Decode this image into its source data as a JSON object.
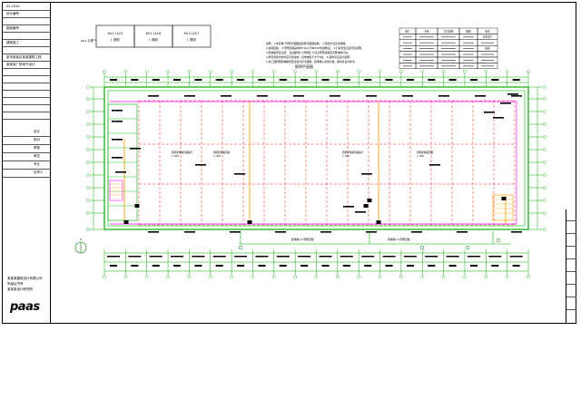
{
  "title_block": {
    "rows": [
      "AS-2044",
      "设计编号",
      "",
      "图纸编号",
      "",
      "建筑施工",
      "",
      "某市某某区某某建筑工程",
      "某某某厂房电气设计",
      "",
      "",
      "",
      "",
      "",
      "",
      ""
    ],
    "sign_rows": [
      "设计",
      "校对",
      "审核",
      "审定",
      "专业",
      "负责人"
    ],
    "company_lines": [
      "某某某建筑设计有限公司",
      "甲级证书号",
      "某某某设计研究院"
    ],
    "logo_text": "paas"
  },
  "legend_boxes": [
    {
      "line1": "WL1 L1/L5",
      "line2": "L 照明"
    },
    {
      "line1": "WL2 L2/L6",
      "line2": "L 照明"
    },
    {
      "line1": "WL3 L3/L7",
      "line2": "L 照明"
    }
  ],
  "legend_tag": "WL1 引至",
  "top_notes": [
    "说明：1.本层电气照明平面图按建筑平面图绘制。 2.配线方式见系统图。",
    "2.插座回路：  3.照明回路采用BV-3x2.5穿PC20管暗敷设。  4.灯具安装高度详见说明。",
    "3.配电箱安装高度：  底边距地1.5米明装   5.应急照明采用自带蓄电池灯具。",
    "4.所有金属管线均应可靠接地，接地电阻不大于4欧。  6.其他详见设计说明。",
    "5.本工程照明配电箱安装位置详见平面图，配电箱以出线为准。图中标注为参考。"
  ],
  "plan_title": "照明平面图",
  "table": {
    "rows": [
      [
        "编号",
        "名称",
        "型号规格",
        "数量",
        "备注"
      ],
      [
        "",
        "",
        "",
        "",
        "某某电气"
      ],
      [
        "",
        "",
        "",
        "",
        ""
      ],
      [
        "",
        "",
        "",
        "",
        "照明"
      ],
      [
        "",
        "",
        "",
        "",
        ""
      ],
      [
        "",
        "",
        "",
        "",
        ""
      ],
      [
        "",
        "",
        "",
        "",
        ""
      ]
    ]
  },
  "room_labels": [
    {
      "line1": "照明配电箱回路",
      "line2": "L 7kW"
    },
    {
      "line1": "照明配电箱回路编号",
      "line2": "L 7kW"
    },
    {
      "line1": "照明配电箱回路编号",
      "line2": "L 7kW"
    },
    {
      "line1": "照明配电箱回路",
      "line2": "L 7kW"
    }
  ],
  "bottom_notes": [
    "配电箱 L1 照明回路",
    "配电箱 L2 照明回路"
  ],
  "north_mark": "N",
  "colors": {
    "grid": "#ff0000",
    "wall": "#00b000",
    "wall_inner": "#00c800",
    "accent": "#ff00ff",
    "stair": "#ffa500",
    "text": "#000000",
    "annot": "#008000"
  }
}
